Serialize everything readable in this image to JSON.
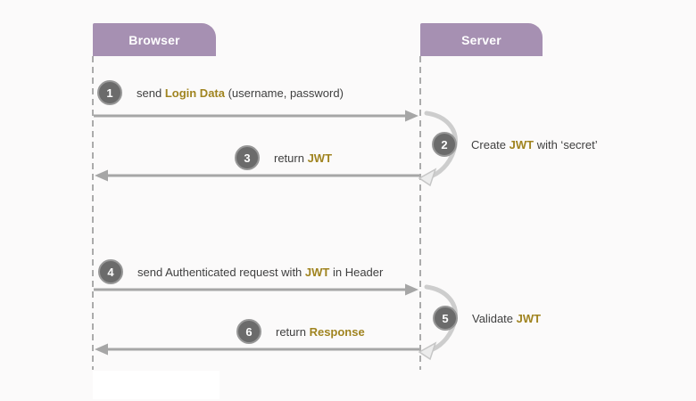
{
  "actors": [
    {
      "label": "Browser"
    },
    {
      "label": "Server"
    }
  ],
  "steps": [
    {
      "num": "1",
      "type": "message-right",
      "from": "Browser",
      "to": "Server",
      "parts": [
        {
          "t": "send "
        },
        {
          "t": "Login Data",
          "hl": true
        },
        {
          "t": " (username, password)"
        }
      ]
    },
    {
      "num": "2",
      "type": "self-loop",
      "from": "Server",
      "to": "Server",
      "parts": [
        {
          "t": "Create "
        },
        {
          "t": "JWT",
          "hl": true
        },
        {
          "t": " with ‘secret’"
        }
      ]
    },
    {
      "num": "3",
      "type": "message-left",
      "from": "Server",
      "to": "Browser",
      "parts": [
        {
          "t": "return "
        },
        {
          "t": "JWT",
          "hl": true
        },
        {
          "t": ""
        }
      ]
    },
    {
      "num": "4",
      "type": "message-right",
      "from": "Browser",
      "to": "Server",
      "parts": [
        {
          "t": "send Authenticated request with "
        },
        {
          "t": "JWT",
          "hl": true
        },
        {
          "t": " in Header"
        }
      ]
    },
    {
      "num": "5",
      "type": "self-loop",
      "from": "Server",
      "to": "Server",
      "parts": [
        {
          "t": "Validate "
        },
        {
          "t": "JWT",
          "hl": true
        },
        {
          "t": ""
        }
      ]
    },
    {
      "num": "6",
      "type": "message-left",
      "from": "Server",
      "to": "Browser",
      "parts": [
        {
          "t": "return "
        },
        {
          "t": "Response",
          "hl": true
        },
        {
          "t": ""
        }
      ]
    }
  ],
  "colors": {
    "actor_bg": "#a690b2",
    "actor_text": "#ffffff",
    "highlight": "#a08420",
    "body_text": "#3f3f3f",
    "circle_bg": "#6b6b6b",
    "arrow": "#a6a6a6",
    "loop_arrow": "#cdcdcd",
    "lifeline": "#ababab",
    "background": "#fbfafa"
  }
}
